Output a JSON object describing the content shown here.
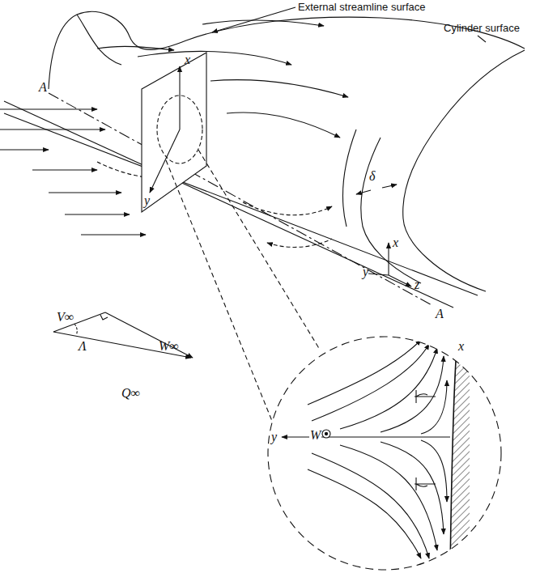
{
  "diagram": {
    "labels": [
      "External streamline surface",
      "Cylinder surface",
      "A",
      "x",
      "y",
      "δ",
      "x",
      "y",
      "z",
      "A",
      "V∞",
      "Λ",
      "W∞",
      "Q∞",
      "y",
      "W",
      "x"
    ]
  }
}
